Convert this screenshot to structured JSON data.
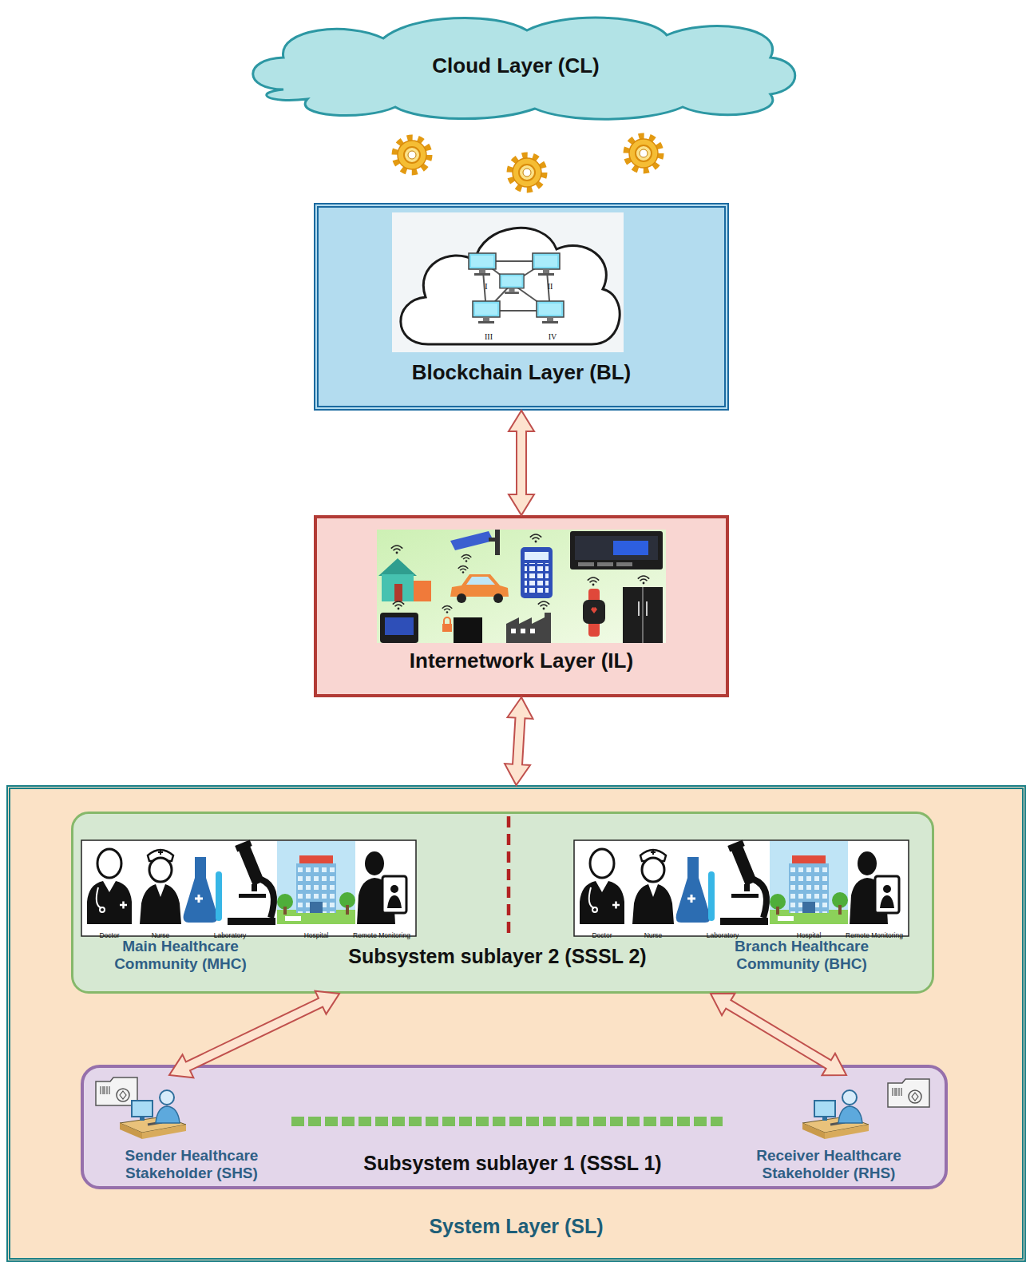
{
  "diagram": {
    "nodes": [
      {
        "text": [
          "Cloud Layer (CL)"
        ]
      },
      {
        "text": [
          "Blockchain Layer (BL)"
        ]
      },
      {
        "text": [
          "Internetwork Layer (IL)"
        ]
      },
      {
        "text": [
          "System Layer (SL)"
        ]
      },
      {
        "text": [
          "Subsystem sublayer 2 (SSSL 2)"
        ],
        "in": 3
      },
      {
        "text": [
          "Main Healthcare Community (MHC)"
        ],
        "in": 4
      },
      {
        "text": [
          "Branch Healthcare Community (BHC)"
        ],
        "in": 4
      },
      {
        "text": [
          "Subsystem sublayer 1 (SSSL 1)"
        ],
        "in": 3
      },
      {
        "text": [
          "Sender Healthcare Stakeholder (SHS)"
        ],
        "in": 7
      },
      {
        "text": [
          "Receiver Healthcare Stakeholder (RHS)"
        ],
        "in": 7
      }
    ],
    "edges": [
      {
        "from": 1,
        "to": 2,
        "arrow": "both"
      },
      {
        "from": 2,
        "to": 3,
        "arrow": "both"
      },
      {
        "from": 4,
        "to": 8,
        "arrow": "both"
      },
      {
        "from": 4,
        "to": 9,
        "arrow": "both"
      },
      {
        "from": 8,
        "to": 9,
        "arrow": "none"
      }
    ],
    "labels": [
      "I",
      "II",
      "III",
      "IV",
      "Doctor",
      "Nurse",
      "Laboratory",
      "Hospital",
      "Remote Monitoring",
      "Doctor",
      "Nurse",
      "Laboratory",
      "Hospital",
      "Remote Monitoring"
    ]
  }
}
